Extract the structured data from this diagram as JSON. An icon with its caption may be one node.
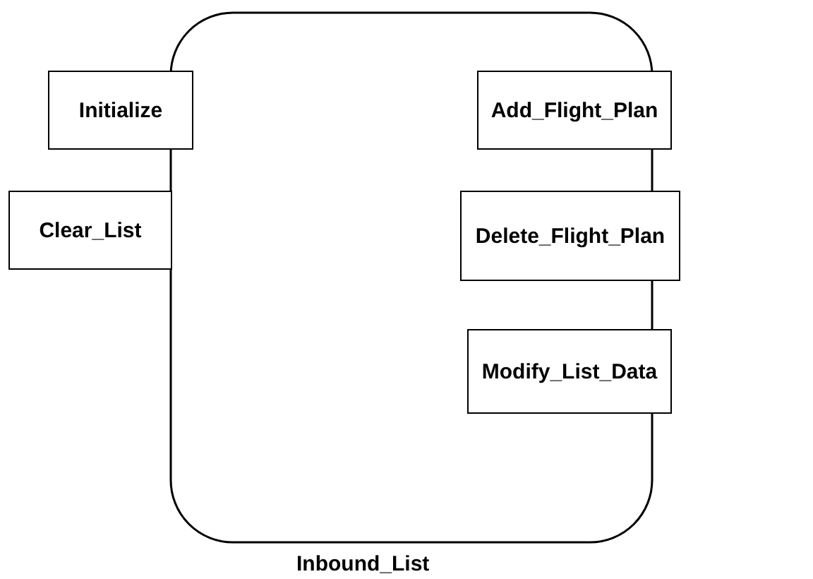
{
  "diagram": {
    "nodes": [
      {
        "text": [
          "Inbound_List"
        ]
      },
      {
        "text": [
          "Initialize"
        ]
      },
      {
        "text": [
          "Clear_List"
        ]
      },
      {
        "text": [
          "Add_Flight_Plan"
        ]
      },
      {
        "text": [
          "Delete_Flight_Plan"
        ]
      },
      {
        "text": [
          "Modify_List_Data"
        ]
      }
    ]
  }
}
